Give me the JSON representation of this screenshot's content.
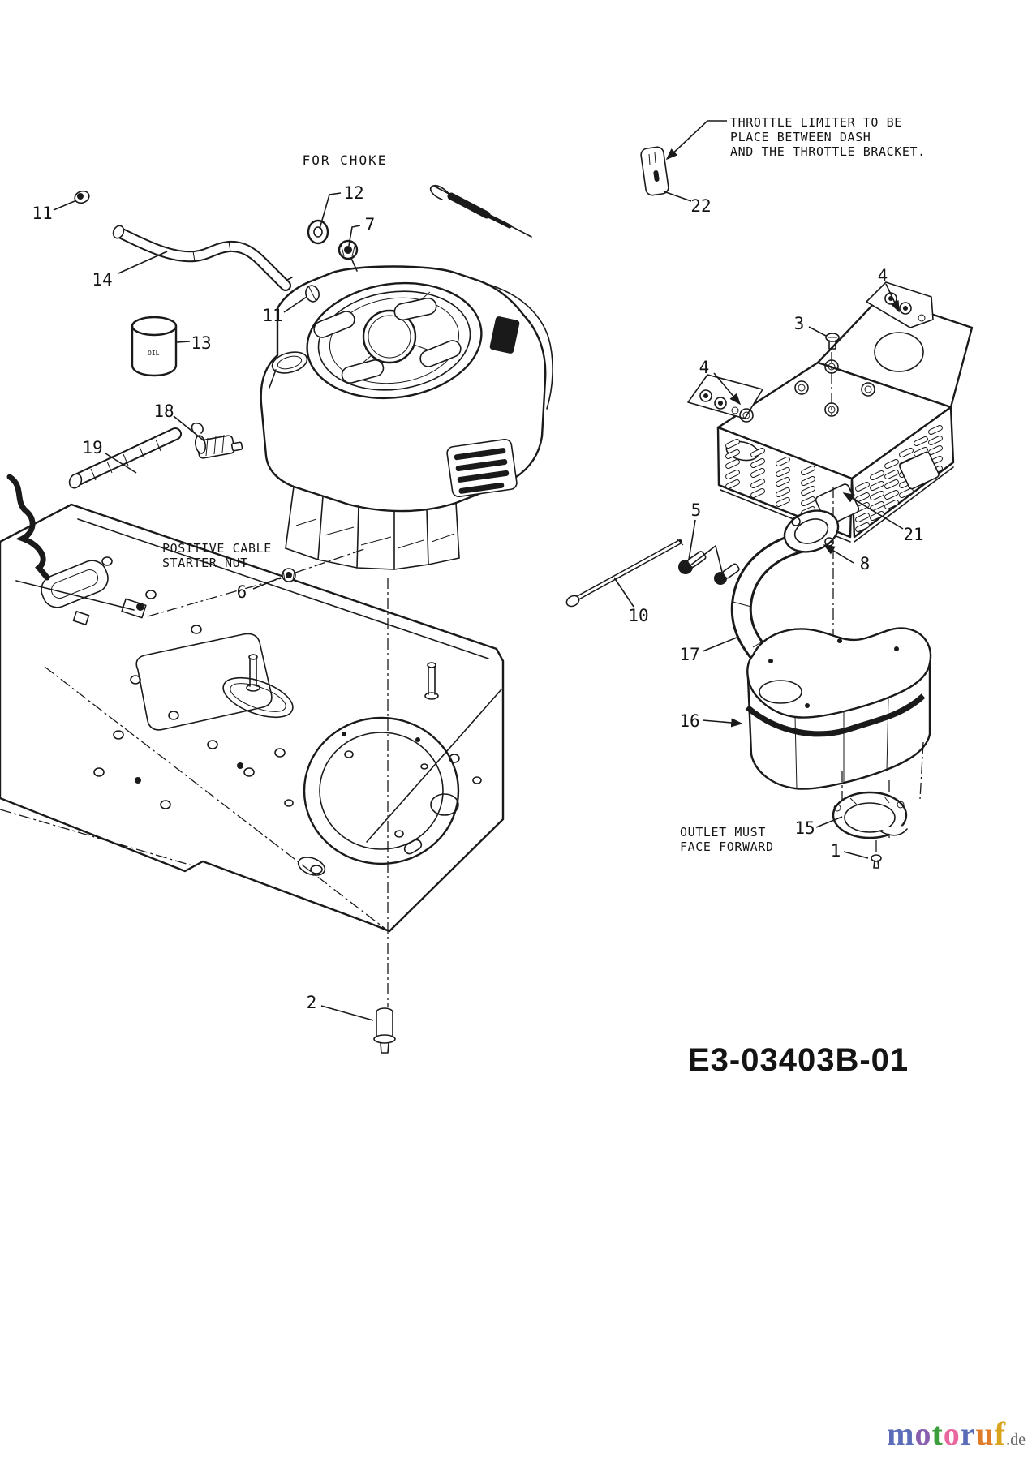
{
  "diagram": {
    "code": "E3-03403B-01",
    "notes": {
      "throttle_1": "THROTTLE LIMITER TO BE",
      "throttle_2": "PLACE BETWEEN DASH",
      "throttle_3": "AND THE THROTTLE BRACKET.",
      "for_choke": "FOR CHOKE",
      "positive_1": "POSITIVE CABLE",
      "positive_2": "STARTER NUT",
      "outlet_1": "OUTLET MUST",
      "outlet_2": "FACE FORWARD",
      "oil": "OIL"
    },
    "callouts": {
      "n1": "1",
      "n2": "2",
      "n3": "3",
      "n4": "4",
      "n5": "5",
      "n6": "6",
      "n7": "7",
      "n8": "8",
      "n10": "10",
      "n11": "11",
      "n12": "12",
      "n13": "13",
      "n14": "14",
      "n15": "15",
      "n16": "16",
      "n17": "17",
      "n18": "18",
      "n19": "19",
      "n21": "21",
      "n22": "22"
    },
    "line_color": "#1a1a1a"
  },
  "watermark": {
    "letters": [
      {
        "ch": "m",
        "color": "#5b6db8"
      },
      {
        "ch": "o",
        "color": "#8b5fb0"
      },
      {
        "ch": "t",
        "color": "#3d9e3d"
      },
      {
        "ch": "o",
        "color": "#e8679f"
      },
      {
        "ch": "r",
        "color": "#5b6db8"
      },
      {
        "ch": "u",
        "color": "#e07b2a"
      },
      {
        "ch": "f",
        "color": "#d9a41b"
      }
    ],
    "suffix": ".de",
    "suffix_color": "#666666"
  }
}
